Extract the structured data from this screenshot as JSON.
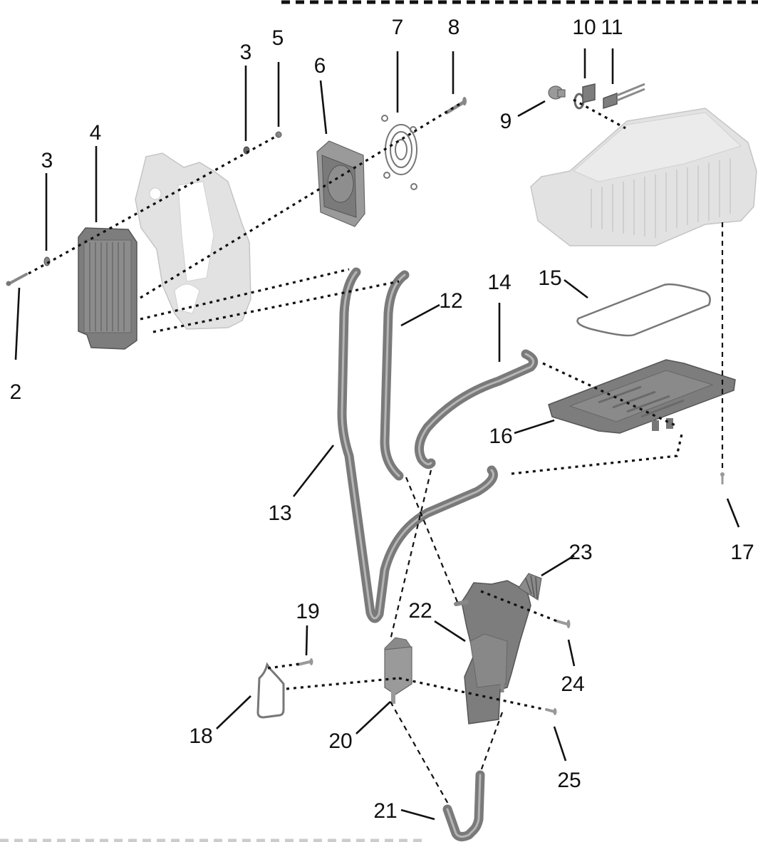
{
  "diagram": {
    "type": "exploded-parts-view",
    "callouts": [
      {
        "id": "2",
        "label": "2"
      },
      {
        "id": "3a",
        "label": "3"
      },
      {
        "id": "3b",
        "label": "3"
      },
      {
        "id": "4",
        "label": "4"
      },
      {
        "id": "5",
        "label": "5"
      },
      {
        "id": "6",
        "label": "6"
      },
      {
        "id": "7",
        "label": "7"
      },
      {
        "id": "8",
        "label": "8"
      },
      {
        "id": "9",
        "label": "9"
      },
      {
        "id": "10",
        "label": "10"
      },
      {
        "id": "11",
        "label": "11"
      },
      {
        "id": "12",
        "label": "12"
      },
      {
        "id": "13",
        "label": "13"
      },
      {
        "id": "14",
        "label": "14"
      },
      {
        "id": "15",
        "label": "15"
      },
      {
        "id": "16",
        "label": "16"
      },
      {
        "id": "17",
        "label": "17"
      },
      {
        "id": "18",
        "label": "18"
      },
      {
        "id": "19",
        "label": "19"
      },
      {
        "id": "20",
        "label": "20"
      },
      {
        "id": "21",
        "label": "21"
      },
      {
        "id": "22",
        "label": "22"
      },
      {
        "id": "23",
        "label": "23"
      },
      {
        "id": "24",
        "label": "24"
      },
      {
        "id": "25",
        "label": "25"
      }
    ],
    "parts": [
      {
        "callout": "2",
        "name": "screw"
      },
      {
        "callout": "3",
        "name": "washer"
      },
      {
        "callout": "4",
        "name": "radiator"
      },
      {
        "callout": "5",
        "name": "nut"
      },
      {
        "callout": "6",
        "name": "cooling fan"
      },
      {
        "callout": "7",
        "name": "fan guard"
      },
      {
        "callout": "8",
        "name": "screw"
      },
      {
        "callout": "9",
        "name": "plug"
      },
      {
        "callout": "10",
        "name": "bracket"
      },
      {
        "callout": "11",
        "name": "sensor"
      },
      {
        "callout": "12",
        "name": "hose"
      },
      {
        "callout": "13",
        "name": "hose"
      },
      {
        "callout": "14",
        "name": "hose"
      },
      {
        "callout": "15",
        "name": "seal ring"
      },
      {
        "callout": "16",
        "name": "cooling plate"
      },
      {
        "callout": "17",
        "name": "screw"
      },
      {
        "callout": "18",
        "name": "hose clamp"
      },
      {
        "callout": "19",
        "name": "screw"
      },
      {
        "callout": "20",
        "name": "pump"
      },
      {
        "callout": "21",
        "name": "hose"
      },
      {
        "callout": "22",
        "name": "expansion tank"
      },
      {
        "callout": "23",
        "name": "tank cap"
      },
      {
        "callout": "24",
        "name": "screw"
      },
      {
        "callout": "25",
        "name": "screw"
      }
    ],
    "colors": {
      "ink": "#111111",
      "part_dark": "#7d7d7d",
      "part_light": "#e2e2e2",
      "background": "#ffffff"
    }
  }
}
